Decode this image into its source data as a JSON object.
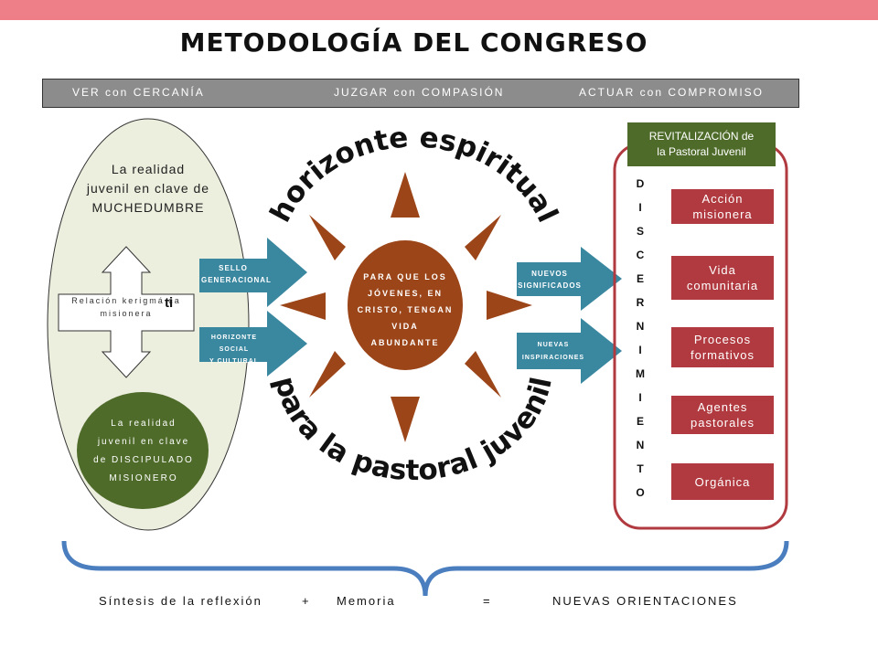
{
  "title": "METODOLOGÍA DEL CONGRESO",
  "phases": [
    "VER con CERCANÍA",
    "JUZGAR con COMPASIÓN",
    "ACTUAR con COMPROMISO"
  ],
  "left": {
    "top_text_lines": [
      "La realidad",
      "juvenil en clave de",
      "MUCHEDUMBRE"
    ],
    "cross_label_lines": [
      "Relación kerigmá  ca",
      "misionera"
    ],
    "cross_glyph": "ti",
    "bottom_circle_lines": [
      "La realidad",
      "juvenil en clave",
      "de DISCIPULADO",
      "MISIONERO"
    ]
  },
  "left_arrows": [
    {
      "lines": [
        "SELLO",
        "GENERACIONAL"
      ]
    },
    {
      "lines": [
        "HORIZONTE SOCIAL",
        "Y CULTURAL"
      ]
    }
  ],
  "center": {
    "circle_lines": [
      "PARA QUE LOS",
      "JÓVENES, EN",
      "CRISTO, TENGAN",
      "VIDA",
      "ABUNDANTE"
    ],
    "arc_top": "horizonte espiritual",
    "arc_bottom": "para la pastoral juvenil"
  },
  "right_arrows": [
    {
      "lines": [
        "NUEVOS",
        "SIGNIFICADOS"
      ]
    },
    {
      "lines": [
        "NUEVAS",
        "INSPIRACIONES"
      ]
    }
  ],
  "right": {
    "header_lines": [
      "REVITALIZACIÓN de",
      "la Pastoral Juvenil"
    ],
    "vertical_word": [
      "D",
      "I",
      "S",
      "C",
      "E",
      "R",
      "N",
      "I",
      "M",
      "I",
      "E",
      "N",
      "T",
      "O"
    ],
    "items": [
      {
        "lines": [
          "Acción",
          "misionera"
        ]
      },
      {
        "lines": [
          "Vida",
          "comunitaria"
        ]
      },
      {
        "lines": [
          "Procesos",
          "formativos"
        ]
      },
      {
        "lines": [
          "Agentes",
          "pastorales"
        ]
      },
      {
        "lines": [
          "Orgánica"
        ]
      }
    ]
  },
  "footer": {
    "synthesis": "Síntesis de la reflexión",
    "plus": "+",
    "memory": "Memoria",
    "equals": "=",
    "result": "NUEVAS ORIENTACIONES"
  },
  "colors": {
    "accent_red": "#ee7f88",
    "oval_fill": "#eceede",
    "dark_green": "#4e6b2a",
    "sun_brown": "#9b4519",
    "arrow_teal": "#3a87a0",
    "item_red": "#b03a3f",
    "brace_blue": "#4a7ebf"
  }
}
